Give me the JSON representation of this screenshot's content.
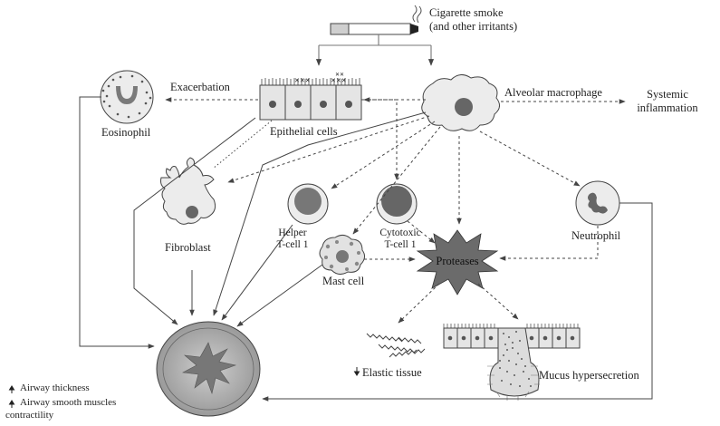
{
  "labels": {
    "smoke_line1": "Cigarette smoke",
    "smoke_line2": "(and other irritants)",
    "exacerbation": "Exacerbation",
    "eosinophil": "Eosinophil",
    "epithelial": "Epithelial cells",
    "macrophage": "Alveolar macrophage",
    "systemic_line1": "Systemic",
    "systemic_line2": "inflammation",
    "fibroblast": "Fibroblast",
    "helper_line1": "Helper",
    "helper_line2": "T-cell 1",
    "cytotoxic_line1": "Cytotoxic",
    "cytotoxic_line2": "T-cell 1",
    "neutrophil": "Neutrophil",
    "proteases": "Proteases",
    "mast": "Mast cell",
    "elastic": "Elastic tissue",
    "mucus": "Mucus hypersecretion"
  },
  "legend": {
    "item1": "Airway thickness",
    "item2_line1": "Airway smooth muscles",
    "item2_line2": "contractility"
  },
  "colors": {
    "line": "#444444",
    "cell_fill": "#ececec",
    "nucleus": "#666666",
    "protease_star": "#6b6b6b"
  }
}
